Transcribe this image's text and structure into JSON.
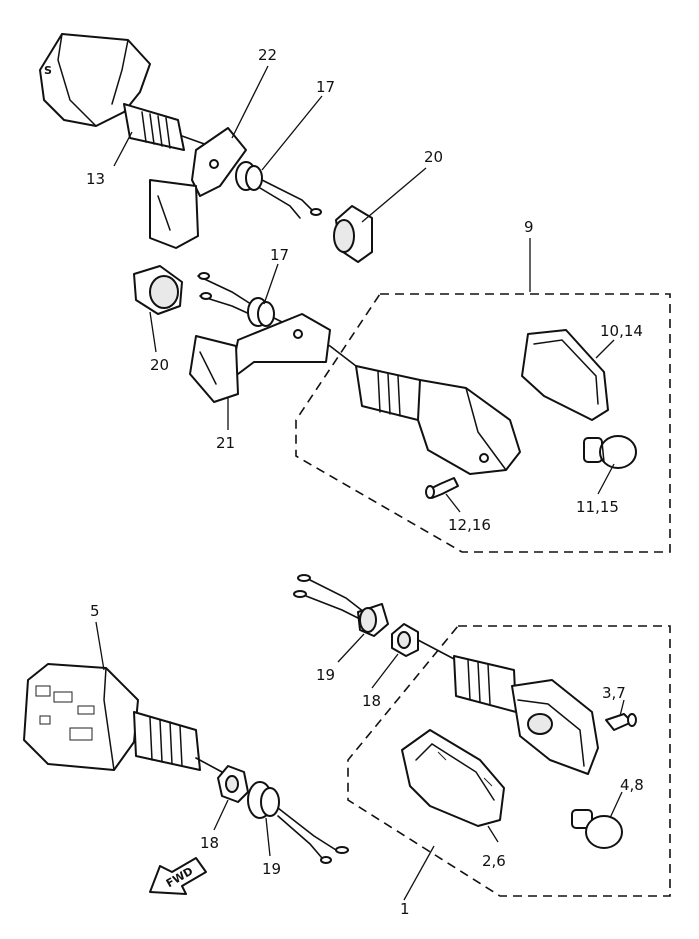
{
  "diagram": {
    "callouts": {
      "c1": "1",
      "c2_6": "2,6",
      "c3_7": "3,7",
      "c4_8": "4,8",
      "c5": "5",
      "c9": "9",
      "c10_14": "10,14",
      "c11_15": "11,15",
      "c12_16": "12,16",
      "c13": "13",
      "c17a": "17",
      "c17b": "17",
      "c18a": "18",
      "c18b": "18",
      "c19a": "19",
      "c19b": "19",
      "c20a": "20",
      "c20b": "20",
      "c21": "21",
      "c22": "22"
    },
    "fwd_label": "FWD"
  }
}
